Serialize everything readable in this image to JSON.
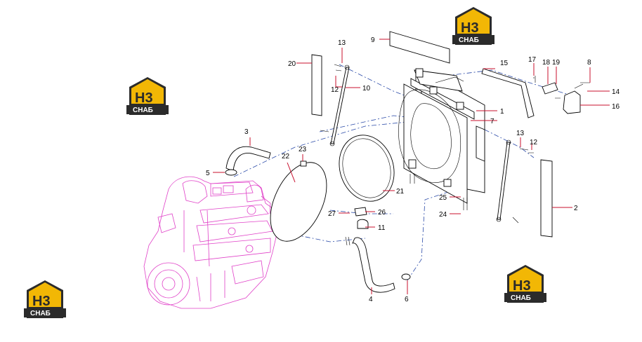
{
  "logos": [
    {
      "title": "H3",
      "subtitle": "СНАБ"
    },
    {
      "title": "H3",
      "subtitle": "СНАБ"
    },
    {
      "title": "H3",
      "subtitle": "СНАБ"
    },
    {
      "title": "H3",
      "subtitle": "СНАБ"
    }
  ],
  "callouts": [
    "1",
    "2",
    "3",
    "4",
    "5",
    "6",
    "7",
    "8",
    "9",
    "10",
    "11",
    "12",
    "12",
    "13",
    "13",
    "14",
    "15",
    "16",
    "17",
    "18",
    "19",
    "20",
    "21",
    "22",
    "23",
    "24",
    "25",
    "26",
    "27"
  ],
  "colors": {
    "leader": "#c8102e",
    "centerline": "#2a4aa8",
    "engine": "#e040c8",
    "logo_yellow": "#f2b705",
    "logo_dark": "#2b2b2b"
  }
}
